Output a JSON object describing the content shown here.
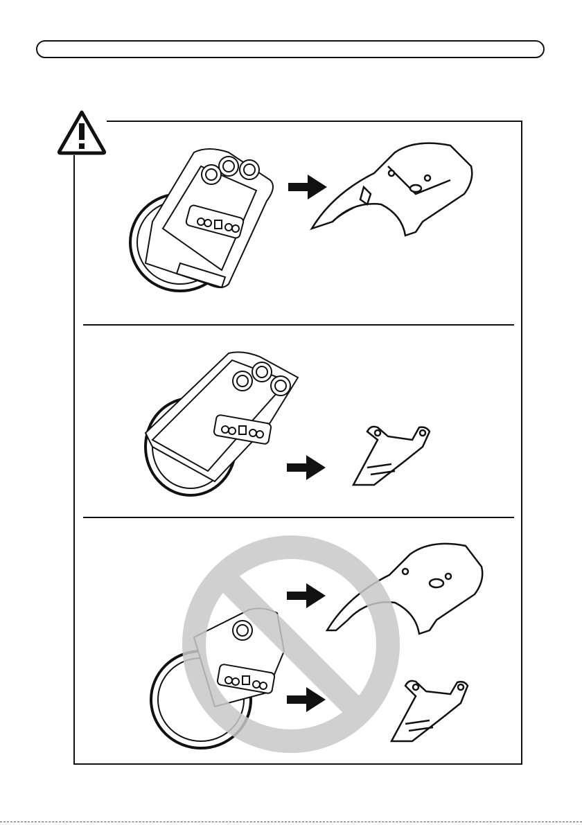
{
  "page": {
    "header_title": "",
    "notice": "warning",
    "panels": [
      {
        "name": "remove-top-cover",
        "allowed": true
      },
      {
        "name": "remove-bottom-bracket",
        "allowed": true
      },
      {
        "name": "remove-both-at-once",
        "allowed": false
      }
    ]
  },
  "colors": {
    "line": "#111111",
    "prohibition": "#c8c8c8",
    "part_fill": "#ffffff"
  },
  "icons": [
    "warning-triangle-icon",
    "arrow-right-icon",
    "prohibited-icon"
  ]
}
